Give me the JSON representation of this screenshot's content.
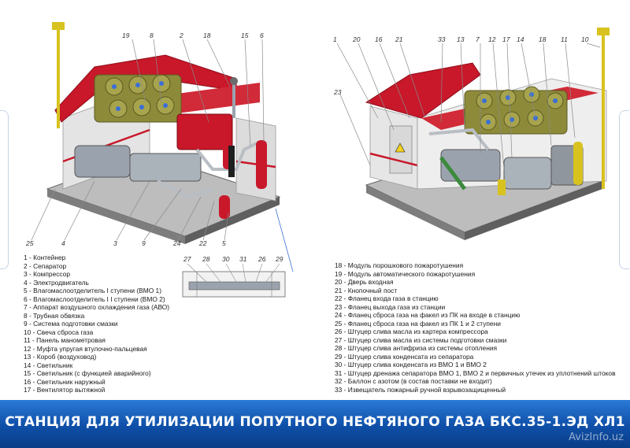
{
  "colors": {
    "roof": "#c8182a",
    "module_wall": "#e9e9e9",
    "equipment_gray": "#9aa3ad",
    "fan_olive": "#8d8a3a",
    "banner": "#0f4fa8",
    "pipe_yellow": "#d8c21f"
  },
  "banner_title": "СТАНЦИЯ ДЛЯ УТИЛИЗАЦИИ ПОПУТНОГО НЕФТЯНОГО ГАЗА БКС.35-1.ЭД ХЛ1",
  "watermark": "AvizInfo.uz",
  "callouts_left_top": [
    "19",
    "8",
    "2",
    "18",
    "15",
    "6"
  ],
  "callouts_left_bottom": [
    "25",
    "4",
    "3",
    "9",
    "24",
    "22",
    "5"
  ],
  "callouts_inset": [
    "27",
    "28",
    "30",
    "31",
    "26",
    "29"
  ],
  "callouts_right_top": [
    "1",
    "20",
    "16",
    "21",
    "33",
    "13",
    "7",
    "12",
    "17",
    "14",
    "18",
    "11",
    "10"
  ],
  "callouts_right_side": [
    "23"
  ],
  "legend_left": [
    "1 - Контейнер",
    "2 - Сепаратор",
    "3 - Компрессор",
    "4 - Электродвигатель",
    "5 - Влагомаслоотделитель I ступени (ВМО 1)",
    "6 - Влагомаслоотделитель I I ступени (ВМО 2)",
    "7 - Аппарат воздушного охлаждения газа (АВО)",
    "8 - Трубная обвязка",
    "9 - Система подготовки смазки",
    "10 - Свеча сброса газа",
    "11 - Панель манометровая",
    "12 - Муфта упругая втулочно-пальцевая",
    "13 - Короб (воздуховод)",
    "14 - Светильник",
    "15 - Светильник (с функцией аварийного)",
    "16 - Светильник наружный",
    "17 - Вентилятор вытяжной"
  ],
  "legend_right": [
    "18 - Модуль порошкового пожаротушения",
    "19 - Модуль автоматического пожаротушения",
    "20 - Дверь входная",
    "21 - Кнопочный пост",
    "22 - Фланец входа газа в станцию",
    "23 - Фланец выхода газа из станции",
    "24 - Фланец сброса газа на факел из ПК на входе в станцию",
    "25 - Фланец сброса газа на факел из ПК 1 и 2 ступени",
    "26 - Штуцер слива масла из картера компрессора",
    "27 - Штуцер слива масла из системы подготовки смазки",
    "28 - Штуцер слива антифриза из системы отопления",
    "29 - Штуцер слива конденсата из сепаратора",
    "30 - Штуцер слива конденсата из ВМО 1 и ВМО 2",
    "31 - Штуцер дренажа сепаратора ВМО 1, ВМО 2 и первичных утечек из уплотнений штоков",
    "32 - Баллон с азотом (в состав поставки не входит)",
    "33 - Извещатель пожарный ручной взрывозащищенный"
  ]
}
